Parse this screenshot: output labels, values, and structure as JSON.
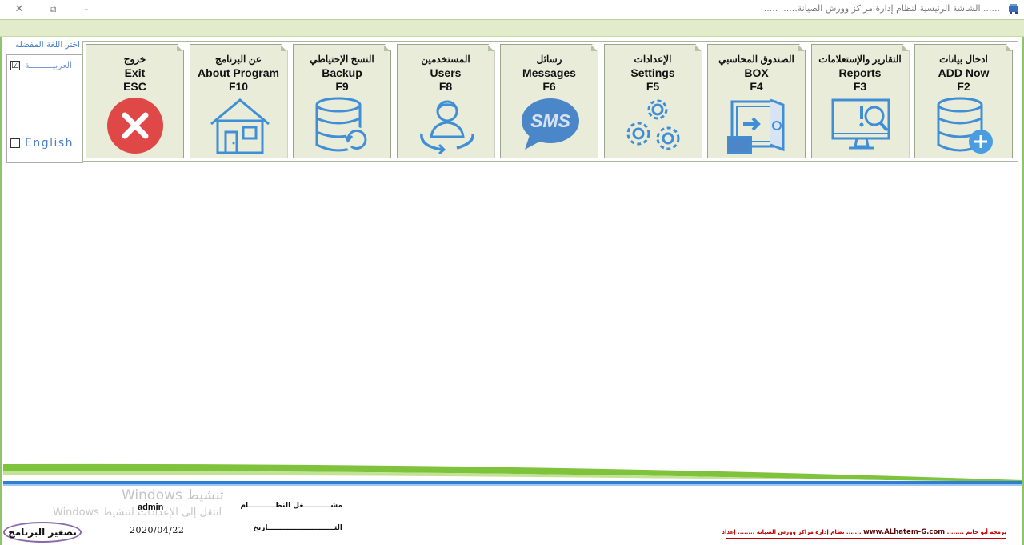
{
  "window": {
    "title": "...... الشاشة الرئيسية لنظام إدارة مراكز وورش الصيانة...... .....",
    "close_glyph": "✕",
    "restore_glyph": "⧉",
    "minimize_glyph": "–"
  },
  "language": {
    "title": "اختر اللغة المفضله",
    "options": [
      {
        "label": "العربيـــــــــة",
        "checked": true,
        "check_glyph": "☑"
      },
      {
        "label": "English",
        "checked": false,
        "check_glyph": ""
      }
    ]
  },
  "toolbar": {
    "tiles": [
      {
        "id": "add",
        "ar": "ادخال بيانات",
        "en": "ADD Now",
        "key": "F2",
        "icon": "database-add-icon"
      },
      {
        "id": "reports",
        "ar": "التقارير والإستعلامات",
        "en": "Reports",
        "key": "F3",
        "icon": "monitor-search-icon"
      },
      {
        "id": "box",
        "ar": "الصندوق المحاسبي",
        "en": "BOX",
        "key": "F4",
        "icon": "safe-icon"
      },
      {
        "id": "settings",
        "ar": "الإعدادات",
        "en": "Settings",
        "key": "F5",
        "icon": "gears-icon"
      },
      {
        "id": "messages",
        "ar": "رسائل",
        "en": "Messages",
        "key": "F6",
        "icon": "sms-icon",
        "icon_text": "SMS"
      },
      {
        "id": "users",
        "ar": "المستخدمين",
        "en": "Users",
        "key": "F8",
        "icon": "user-cycle-icon"
      },
      {
        "id": "backup",
        "ar": "النسخ الإحتياطي",
        "en": "Backup",
        "key": "F9",
        "icon": "database-refresh-icon"
      },
      {
        "id": "about",
        "ar": "عن البرنامج",
        "en": "About Program",
        "key": "F10",
        "icon": "house-icon"
      },
      {
        "id": "exit",
        "ar": "خروج",
        "en": "Exit",
        "key": "ESC",
        "icon": "close-circle-icon"
      }
    ]
  },
  "status": {
    "operator_label": "مشـــــــــــغل النظـــــــــــام",
    "operator_value": "admin",
    "date_label": "التـــــــــــــــــــــــــــاريخ",
    "date_value": "2020/04/22"
  },
  "watermark": {
    "line1": "تنشيط Windows",
    "line2": "انتقل إلى الإعدادات لتنشيط Windows"
  },
  "minimize_button": "تصغير البرنامج",
  "footer": {
    "left": "برمجة أبو حاتم ........",
    "site": "www.ALhatem-G.com",
    "right": "....... نظام إدارة مراكز وورش الصيانة ........ إعداد"
  },
  "colors": {
    "tile_bg": "#e8ecd9",
    "accent_blue": "#4a7cc9",
    "icon_blue": "#3f8ed6",
    "exit_red": "#e04848",
    "frame_green": "#8fc46a",
    "credit_red": "#c00000"
  }
}
